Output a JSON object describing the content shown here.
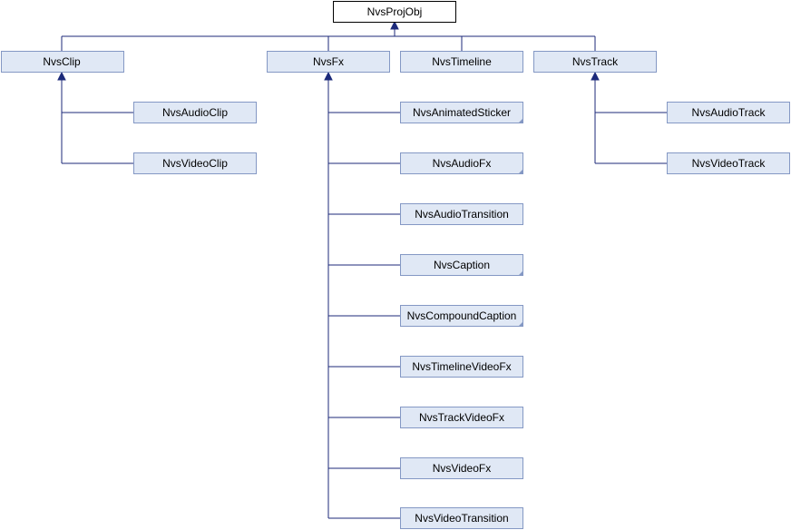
{
  "colors": {
    "node_fill": "#e0e8f5",
    "node_border": "#8498c4",
    "root_fill": "#ffffff",
    "edge": "#1c2a7a"
  },
  "nodes": {
    "root": "NvsProjObj",
    "clip": "NvsClip",
    "fx": "NvsFx",
    "timeline": "NvsTimeline",
    "track": "NvsTrack",
    "audio_clip": "NvsAudioClip",
    "video_clip": "NvsVideoClip",
    "animated_sticker": "NvsAnimatedSticker",
    "audio_fx": "NvsAudioFx",
    "audio_transition": "NvsAudioTransition",
    "caption": "NvsCaption",
    "compound_caption": "NvsCompoundCaption",
    "timeline_video_fx": "NvsTimelineVideoFx",
    "track_video_fx": "NvsTrackVideoFx",
    "video_fx": "NvsVideoFx",
    "video_transition": "NvsVideoTransition",
    "audio_track": "NvsAudioTrack",
    "video_track": "NvsVideoTrack"
  }
}
